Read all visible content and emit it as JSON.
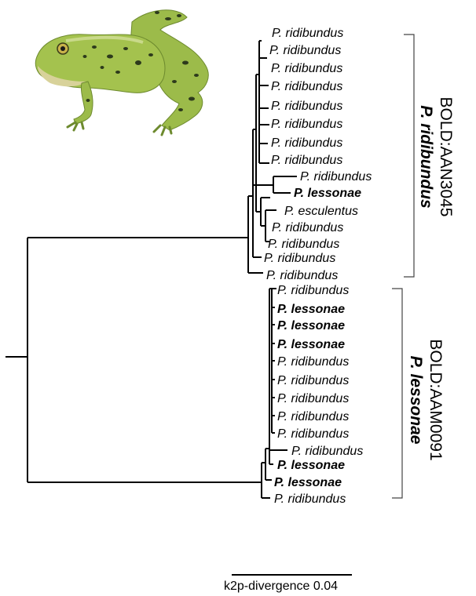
{
  "clades": [
    {
      "name": "P. ridibundus",
      "bin": "BOLD:AAN3045"
    },
    {
      "name": "P. lessonae",
      "bin": "BOLD:AAM0091"
    }
  ],
  "tips": [
    {
      "label": "P. ridibundus",
      "bold": false
    },
    {
      "label": "P. ridibundus",
      "bold": false
    },
    {
      "label": "P. ridibundus",
      "bold": false
    },
    {
      "label": "P. ridibundus",
      "bold": false
    },
    {
      "label": "P. ridibundus",
      "bold": false
    },
    {
      "label": "P. ridibundus",
      "bold": false
    },
    {
      "label": "P. ridibundus",
      "bold": false
    },
    {
      "label": "P. ridibundus",
      "bold": false
    },
    {
      "label": "P. ridibundus",
      "bold": false
    },
    {
      "label": "P. lessonae",
      "bold": true
    },
    {
      "label": "P. esculentus",
      "bold": false
    },
    {
      "label": "P. ridibundus",
      "bold": false
    },
    {
      "label": "P. ridibundus",
      "bold": false
    },
    {
      "label": "P. ridibundus",
      "bold": false
    },
    {
      "label": "P. ridibundus",
      "bold": false
    },
    {
      "label": "P. ridibundus",
      "bold": false
    },
    {
      "label": "P. lessonae",
      "bold": true
    },
    {
      "label": "P. lessonae",
      "bold": true
    },
    {
      "label": "P. lessonae",
      "bold": true
    },
    {
      "label": "P. ridibundus",
      "bold": false
    },
    {
      "label": "P. ridibundus",
      "bold": false
    },
    {
      "label": "P. ridibundus",
      "bold": false
    },
    {
      "label": "P. ridibundus",
      "bold": false
    },
    {
      "label": "P. ridibundus",
      "bold": false
    },
    {
      "label": "P. ridibundus",
      "bold": false
    },
    {
      "label": "P. lessonae",
      "bold": true
    },
    {
      "label": "P. lessonae",
      "bold": true
    },
    {
      "label": "P. ridibundus",
      "bold": false
    }
  ],
  "scale_bar": {
    "label": "k2p-divergence 0.04",
    "value": 0.04
  },
  "illustration": {
    "icon": "frog-icon",
    "colors": {
      "body": "#9cbb4a",
      "spots": "#2d3a1c",
      "belly": "#d8d29a"
    }
  }
}
